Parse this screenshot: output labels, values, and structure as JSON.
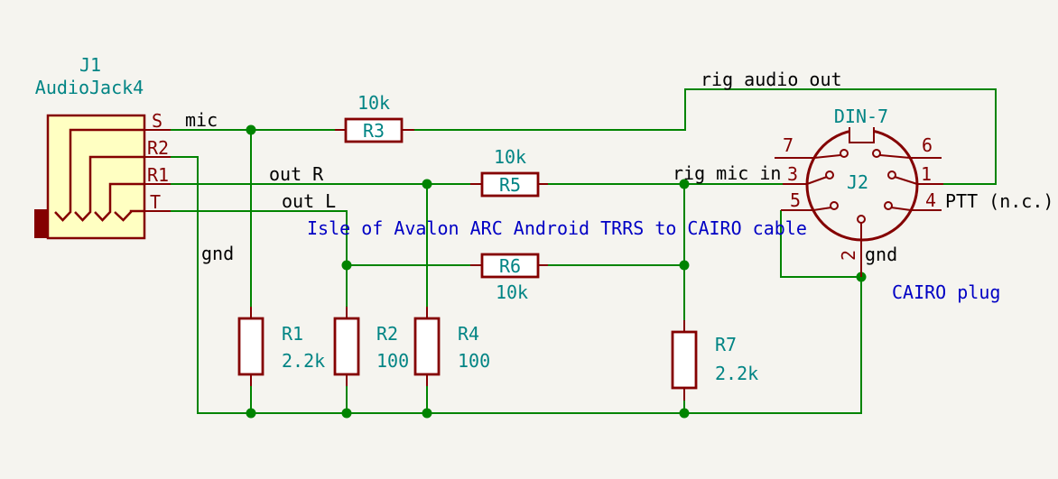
{
  "colors": {
    "canvas": "#F5F4EF",
    "wire": "#008400",
    "symbol_outline": "#840000",
    "symbol_fill": "#FFFFC2",
    "reference_text": "#008484",
    "net_label_text": "#000000",
    "note_text": "#0000C4"
  },
  "notes": {
    "title": "Isle of Avalon ARC Android TRRS to CAIRO cable",
    "cairo_plug": "CAIRO plug"
  },
  "connectors": {
    "j1": {
      "reference": "J1",
      "value": "AudioJack4",
      "pins": {
        "s": "S",
        "r2": "R2",
        "r1": "R1",
        "t": "T"
      }
    },
    "j2": {
      "reference": "J2",
      "value": "DIN-7",
      "pins": {
        "p7": "7",
        "p6": "6",
        "p3": "3",
        "p1": "1",
        "p5": "5",
        "p4": "4",
        "p2": "2"
      }
    }
  },
  "resistors": {
    "r1": {
      "reference": "R1",
      "value": "2.2k"
    },
    "r2": {
      "reference": "R2",
      "value": "100"
    },
    "r3": {
      "reference": "R3",
      "value": "10k"
    },
    "r4": {
      "reference": "R4",
      "value": "100"
    },
    "r5": {
      "reference": "R5",
      "value": "10k"
    },
    "r6": {
      "reference": "R6",
      "value": "10k"
    },
    "r7": {
      "reference": "R7",
      "value": "2.2k"
    }
  },
  "net_labels": {
    "mic": "mic",
    "out_r": "out R",
    "out_l": "out L",
    "gnd_left": "gnd",
    "rig_audio_out": "rig audio out",
    "rig_mic_in": "rig mic in",
    "ptt": "PTT (n.c.)",
    "gnd_right": "gnd"
  }
}
